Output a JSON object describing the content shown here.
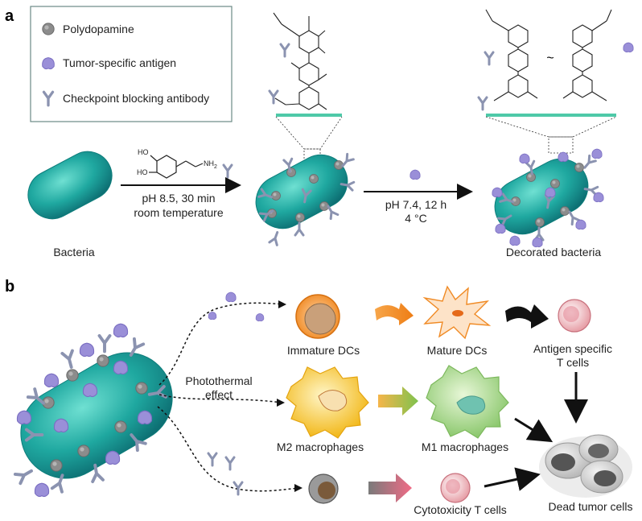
{
  "panel_a": {
    "label": "a",
    "legend": {
      "polydopamine": "Polydopamine",
      "antigen": "Tumor-specific antigen",
      "antibody": "Checkpoint blocking antibody"
    },
    "bacteria_label": "Bacteria",
    "step1": {
      "line1": "pH 8.5, 30 min",
      "line2": "room temperature"
    },
    "step2": {
      "line1": "pH 7.4, 12 h",
      "line2": "4 °C"
    },
    "decorated_label": "Decorated bacteria",
    "dopamine": {
      "ho1": "HO",
      "ho2": "HO",
      "nh2": "NH",
      "sub2": "2"
    },
    "tilde": "~"
  },
  "panel_b": {
    "label": "b",
    "photothermal": {
      "line1": "Photothermal",
      "line2": "effect"
    },
    "immature_dcs": "Immature DCs",
    "mature_dcs": "Mature DCs",
    "antigen_t": {
      "line1": "Antigen specific",
      "line2": "T cells"
    },
    "m2": "M2 macrophages",
    "m1": "M1 macrophages",
    "cytotoxic": "Cytotoxicity T cells",
    "dead": "Dead tumor cells"
  },
  "colors": {
    "bacteria": "#1fa8a0",
    "polydopamine": "#8c8c8c",
    "antigen": "#9a8fd8",
    "antibody": "#8b93b0",
    "membrane_bar": "#4ec9a8",
    "dc_orange": "#f08a24",
    "macrophage_yellow": "#f2c21a",
    "macrophage_green": "#9cd27a",
    "tcell_pink": "#e7a0a8"
  }
}
